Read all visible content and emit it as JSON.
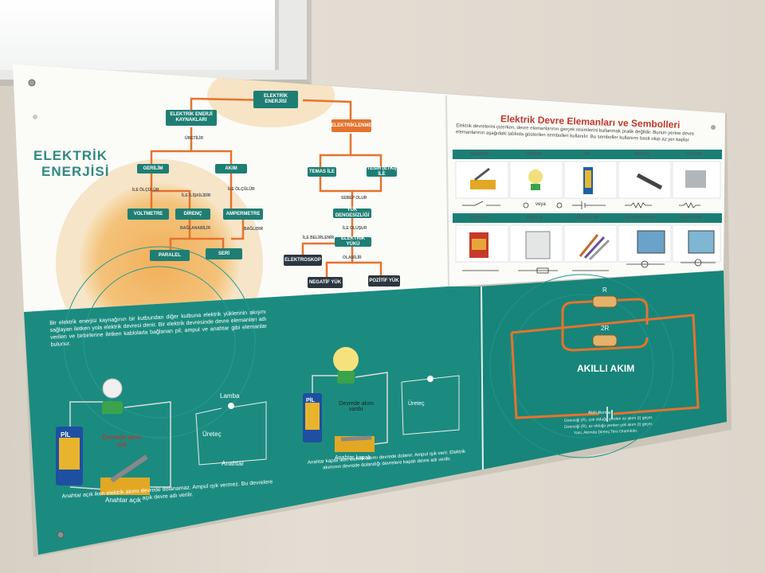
{
  "poster": {
    "title_line1": "ELEKTRİK",
    "title_line2": "ENERJİSİ",
    "diagram": {
      "root": "ELEKTRİK ENERJİSİ",
      "left_node": "ELEKTRİK ENERJİ KAYNAKLARI",
      "right_node": "ELEKTRİKLENME",
      "label_uretilir": "ÜRETİLİR",
      "gerilim": "GERİLİM",
      "akim": "AKIM",
      "label_ile_olculur_1": "İLE ÖLÇÜLÜR",
      "label_ile_iliskilidir": "İLE İLİŞKİLİDİR",
      "label_ile_olculur_2": "İLE ÖLÇÜLÜR",
      "voltmetre": "VOLTMETRE",
      "direnc": "DİRENÇ",
      "ampermetre": "AMPERMETRE",
      "label_baglanabilir": "BAĞLANABİLİR",
      "label_baglidir": "BAĞLIDIR",
      "paralel": "PARALEL",
      "seri": "SERİ",
      "temas_ile": "TEMAS İLE",
      "tesir_ile": "TESİR (ETKİ) İLE",
      "label_sebep_olur": "SEBEP OLUR",
      "yuk_dengesizligi": "YÜK DENGESİZLİĞİ",
      "label_ile_olusur": "İLE OLUŞUR",
      "label_ile_belirlenir": "İLE BELİRLENİR",
      "elektrik_yuku": "ELEKTRİK YÜKÜ",
      "elektroskop": "ELEKTROSKOP",
      "label_olabilir": "OLABİLİR",
      "negatif_yuk": "NEGATİF YÜK",
      "pozitif_yuk": "POZİTİF YÜK"
    },
    "symbols_panel": {
      "title": "Elektrik Devre Elemanları ve Sembolleri",
      "intro": "Elektrik devrelerini çizerken, devre elemanlarının gerçek resimlerini kullanmak pratik değildir. Bunun yerine devre elemanlarının aşağıdaki tabloda gösterilen sembolleri kullanılır. Bu semboller kullanımı basit olup az yer kaplar.",
      "row1": [
        "anahtar",
        "lamba",
        "pil",
        "direnç",
        "reosta"
      ],
      "row2": [
        "batarya",
        "sigorta",
        "iletken tel",
        "ampermetre",
        "voltmetre"
      ],
      "lamp_symbol_text": "veya"
    },
    "explanation": "Bir elektrik enerjisi kaynağının bir kutbundan diğer kutbuna elektrik yüklerinin akışını sağlayan iletken yola elektrik devresi denir. Bir elektrik devresinde devre elemanları adı verilen ve birbirlerine iletken kablolarla bağlanan pil, ampul ve anahtar gibi elemanlar bulunur.",
    "open_circuit": {
      "battery_brand": "PİL",
      "circuit_text": "Devrede akım yok",
      "switch_label": "Anahtar açık",
      "lamp_label": "Lamba",
      "source_label": "Üreteç",
      "switch_symbol_label": "Anahtar",
      "caption": "Anahtar açık iken elektrik akımı devrede dolanamaz. Ampul ışık vermez. Bu devrelere açık devre adı verilir."
    },
    "closed_circuit": {
      "battery_brand": "PİL",
      "circuit_text": "Devrede akım vardır",
      "switch_label": "Anahtar kapalı",
      "source_label": "Üreteç",
      "caption": "Anahtar kapalı iken elektrik akımı devrede dolanır. Ampul ışık verir. Elektrik akımının devrede dolandığı devrelere kapalı devre adı verilir."
    },
    "smart_current": {
      "title": "AKILLI AKIM",
      "r_top": "R",
      "r_bottom": "2R",
      "caption_title": "Akıllı Akımlar",
      "caption_line1": "Direnciği (R), çok olduğu yerden az akım (I) geçer.",
      "caption_line2": "Direnciği (R), az olduğu yerden çok akım (I) geçer.",
      "caption_line3": "Yani, Akımda Direnç Ters Orantılıdır."
    }
  },
  "colors": {
    "teal": "#16857c",
    "orange": "#e6732d",
    "node_teal": "#1f7e74",
    "dark_node": "#2b3640"
  }
}
